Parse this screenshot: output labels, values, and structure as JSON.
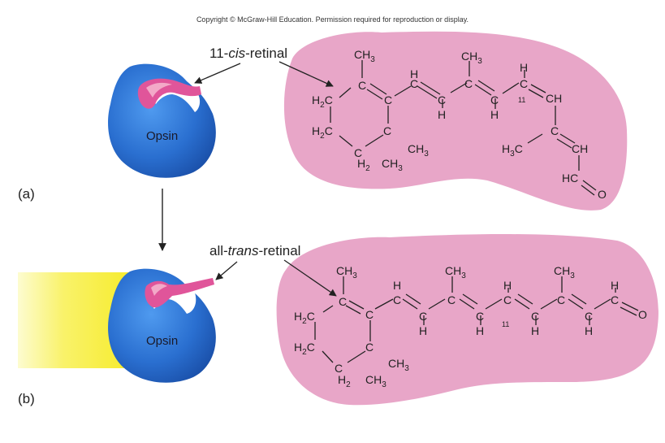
{
  "copyright": "Copyright © McGraw-Hill Education. Permission required for reproduction or display.",
  "panel_a": {
    "label": "(a)",
    "callout_prefix": "11-",
    "callout_italic": "cis",
    "callout_suffix": "-retinal",
    "protein_label": "Opsin"
  },
  "panel_b": {
    "label": "(b)",
    "callout_prefix": "all-",
    "callout_italic": "trans",
    "callout_suffix": "-retinal",
    "protein_label": "Opsin"
  },
  "atoms": {
    "CH3": "CH",
    "sub3": "3",
    "H2C": "H",
    "sub2": "2",
    "C_suffix": "C",
    "C": "C",
    "H": "H",
    "H2": "H",
    "CH": "CH",
    "H3C": "H",
    "HC": "HC",
    "O": "O",
    "num11": "11"
  },
  "colors": {
    "protein_blue": "#2a6fd0",
    "retinal_pink": "#e0559a",
    "bubble_pink": "#e8a6c8",
    "light_yellow": "#f7ee2a"
  }
}
